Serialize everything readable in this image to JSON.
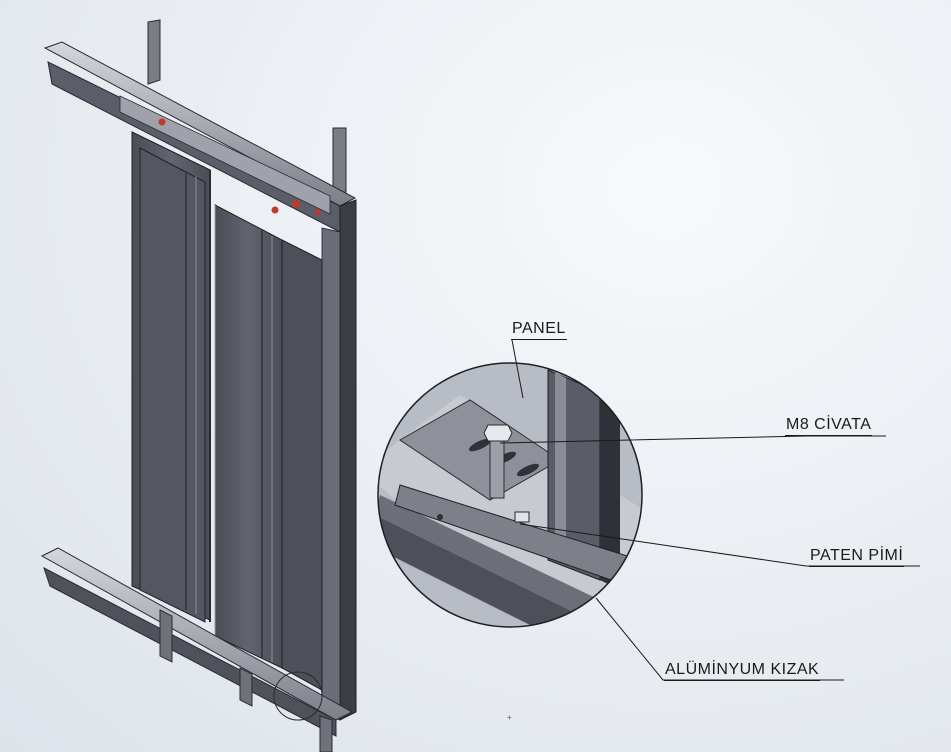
{
  "callouts": {
    "panel": "PANEL",
    "m8_bolt": "M8 CİVATA",
    "skid_pin": "PATEN PİMİ",
    "aluminum_rail": "ALÜMİNYUM KIZAK"
  },
  "colors": {
    "background": "#e9edf2",
    "door_panel": "#565863",
    "frame_dark": "#3c3e46",
    "frame_light": "#8a8d96",
    "rail_top": "#c9ccd3",
    "accent_red": "#c0392b",
    "leader_line": "#1a1a1a"
  }
}
